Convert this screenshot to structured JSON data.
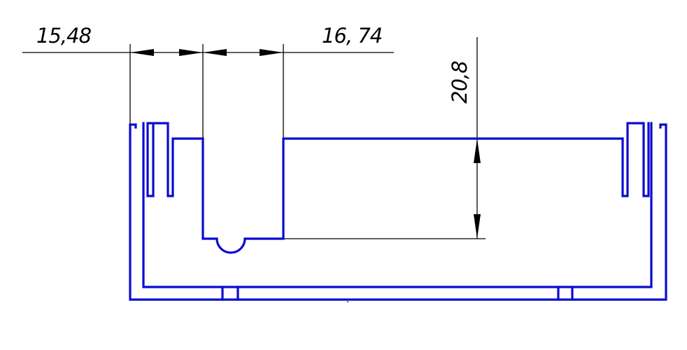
{
  "dimensions": {
    "width_left": "15,48",
    "width_right": "16, 74",
    "depth": "20,8"
  },
  "colors": {
    "profile": "#0a0ad2",
    "dimension": "#000000",
    "background": "#ffffff"
  }
}
